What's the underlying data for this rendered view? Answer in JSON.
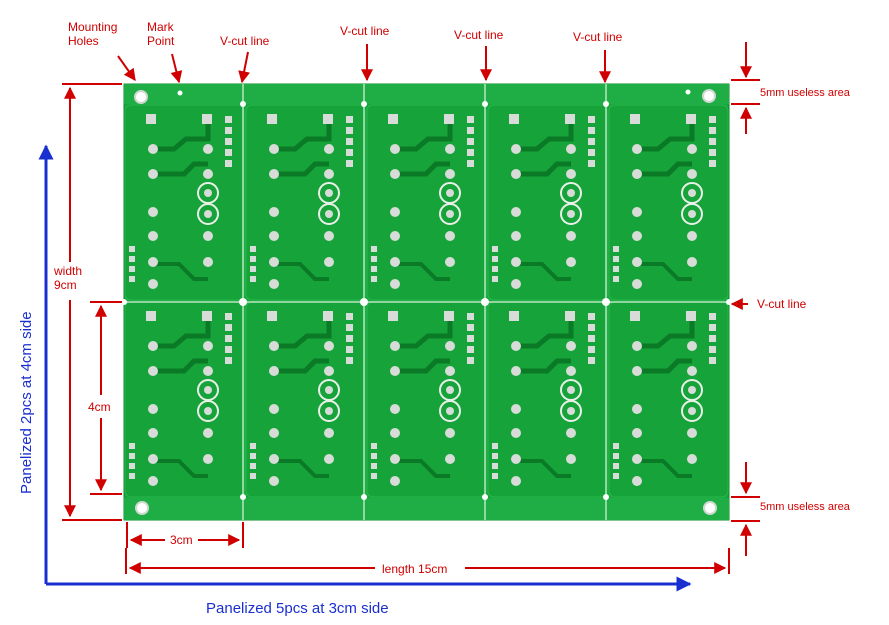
{
  "labels": {
    "mounting_holes_line1": "Mounting",
    "mounting_holes_line2": "Holes",
    "mark_point_line1": "Mark",
    "mark_point_line2": "Point",
    "vcut_line": "V-cut line",
    "useless_area_top": "5mm useless area",
    "useless_area_bottom": "5mm useless area",
    "width_line1": "width",
    "width_line2": "9cm",
    "board_height": "4cm",
    "board_width": "3cm",
    "length": "length 15cm",
    "panelized_vertical": "Panelized  2pcs at 4cm side",
    "panelized_horizontal": "Panelized  5pcs at 3cm side"
  },
  "panel": {
    "columns": 5,
    "rows": 2
  },
  "colors": {
    "annotation": "#d00000",
    "axis": "#1a2fd0",
    "pcb_green": "#16a33a",
    "pcb_dark": "#0b7a26",
    "pcb_edge": "#29b84c",
    "silkscreen": "#e8f0e8",
    "pad": "#d8dcd8"
  }
}
